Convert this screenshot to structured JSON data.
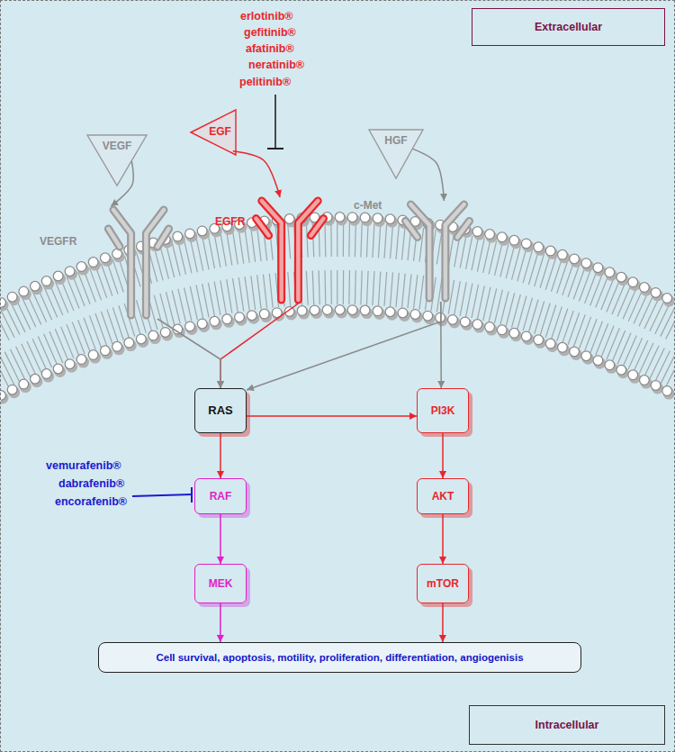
{
  "diagram": {
    "nodes": [
      {
        "text": [
          "Extracellular"
        ]
      },
      {
        "text": [
          "VEGF"
        ]
      },
      {
        "text": [
          "EGF"
        ]
      },
      {
        "text": [
          "HGF"
        ]
      },
      {
        "text": [
          "VEGFR"
        ]
      },
      {
        "text": [
          "EGFR"
        ]
      },
      {
        "text": [
          "c-Met"
        ]
      },
      {
        "text": [
          "RAS"
        ]
      },
      {
        "text": [
          "PI3K"
        ]
      },
      {
        "text": [
          "RAF"
        ]
      },
      {
        "text": [
          "MEK"
        ]
      },
      {
        "text": [
          "AKT"
        ]
      },
      {
        "text": [
          "mTOR"
        ]
      },
      {
        "text": [
          "Cell survival, apoptosis, motility, proliferation, differentiation, angiogenisis"
        ]
      },
      {
        "text": [
          "Intracellular"
        ]
      }
    ],
    "edges": [
      {
        "from": 1,
        "to": 4,
        "arrow": "to"
      },
      {
        "from": 2,
        "to": 5,
        "arrow": "to"
      },
      {
        "from": 3,
        "to": 6,
        "arrow": "to"
      },
      {
        "from": 5,
        "to": 7,
        "arrow": "to"
      },
      {
        "from": 4,
        "to": 7,
        "arrow": "to"
      },
      {
        "from": 6,
        "to": 7,
        "arrow": "to"
      },
      {
        "from": 6,
        "to": 8,
        "arrow": "to"
      },
      {
        "from": 7,
        "to": 8,
        "arrow": "to"
      },
      {
        "from": 7,
        "to": 9,
        "arrow": "to"
      },
      {
        "from": 9,
        "to": 10,
        "arrow": "to"
      },
      {
        "from": 8,
        "to": 11,
        "arrow": "to"
      },
      {
        "from": 11,
        "to": 12,
        "arrow": "to"
      },
      {
        "from": 10,
        "to": 13,
        "arrow": "to"
      },
      {
        "from": 12,
        "to": 13,
        "arrow": "to"
      }
    ],
    "labels": [
      "erlotinib®",
      "gefitinib®",
      "afatinib®",
      "neratinib®",
      "pelitinib®",
      "vemurafenib®",
      "dabrafenib®",
      "encorafenib®"
    ]
  }
}
